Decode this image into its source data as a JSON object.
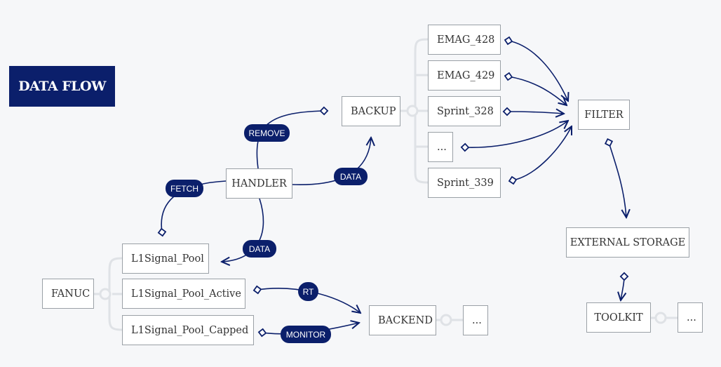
{
  "title": "DATA FLOW",
  "nodes": {
    "backup": "BACKUP",
    "emag_428": "EMAG_428",
    "emag_429": "EMAG_429",
    "sprint_328": "Sprint_328",
    "ellipsis_1": "...",
    "sprint_339": "Sprint_339",
    "filter": "FILTER",
    "handler": "HANDLER",
    "external_storage": "EXTERNAL STORAGE",
    "fanuc": "FANUC",
    "l1signal_pool": "L1Signal_Pool",
    "l1signal_pool_active": "L1Signal_Pool_Active",
    "l1signal_pool_capped": "L1Signal_Pool_Capped",
    "backend": "BACKEND",
    "ellipsis_2": "...",
    "toolkit": "TOOLKIT",
    "ellipsis_3": "..."
  },
  "edge_labels": {
    "remove": "REMOVE",
    "fetch": "FETCH",
    "data_backup": "DATA",
    "data_pool": "DATA",
    "rt": "RT",
    "monitor": "MONITOR"
  },
  "colors": {
    "accent": "#0b1f6b",
    "connector": "#dfe2e6",
    "node_border": "#9aa0a6",
    "background": "#f6f7f9"
  }
}
